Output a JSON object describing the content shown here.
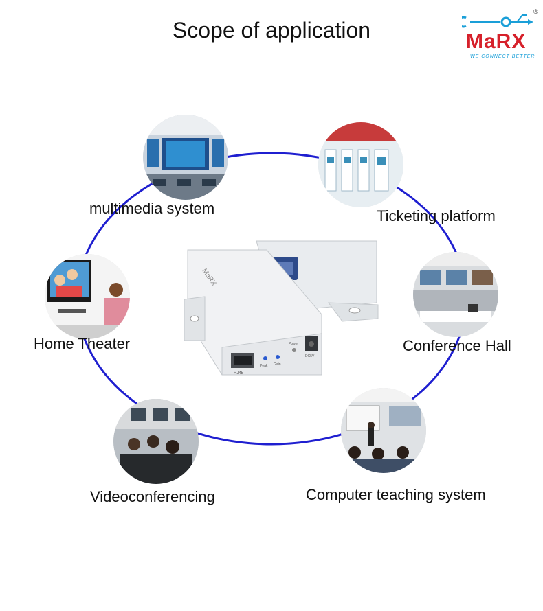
{
  "title": "Scope of application",
  "brand": {
    "name": "MaRX",
    "tagline": "WE CONNECT BETTER",
    "registered_mark": "®",
    "colors": {
      "primary": "#d6202a",
      "accent": "#1a9fd8"
    }
  },
  "ring_color": "#1f1fd0",
  "applications": [
    {
      "label": "multimedia system"
    },
    {
      "label": "Ticketing platform"
    },
    {
      "label": "Home Theater"
    },
    {
      "label": "Conference Hall"
    },
    {
      "label": "Videoconferencing"
    },
    {
      "label": "Computer teaching system"
    }
  ],
  "product": {
    "port_labels": [
      "RJ45",
      "Peak",
      "Gain",
      "Power",
      "DC5V"
    ]
  }
}
